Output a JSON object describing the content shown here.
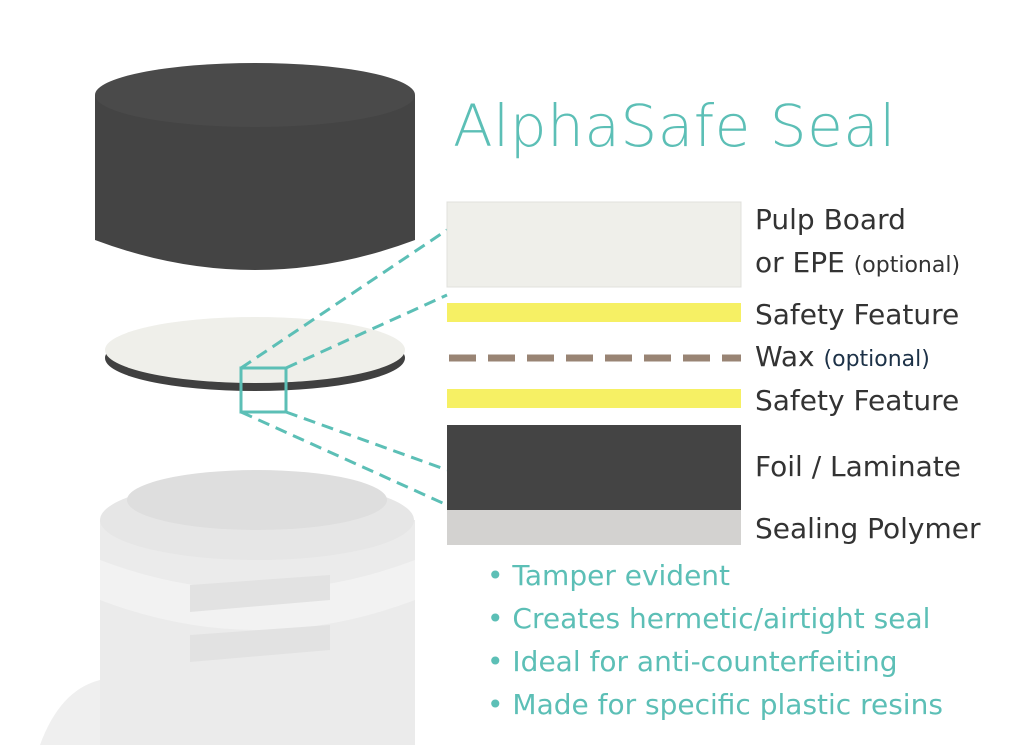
{
  "title": "AlphaSafe Seal",
  "colors": {
    "accent": "#5cbfb6",
    "cap": "#444444",
    "pulp": "#efefea",
    "safety": "#f6f064",
    "wax": "#998474",
    "foil": "#444444",
    "polymer": "#d3d2d0"
  },
  "layers": [
    {
      "label": "Pulp Board",
      "label2": "or EPE",
      "note": "(optional)"
    },
    {
      "label": "Safety Feature"
    },
    {
      "label": "Wax",
      "note": "(optional)"
    },
    {
      "label": "Safety Feature"
    },
    {
      "label": "Foil / Laminate"
    },
    {
      "label": "Sealing Polymer"
    }
  ],
  "bullets": [
    "• Tamper evident",
    "• Creates hermetic/airtight seal",
    "• Ideal for anti-counterfeiting",
    "• Made for specific plastic resins"
  ]
}
